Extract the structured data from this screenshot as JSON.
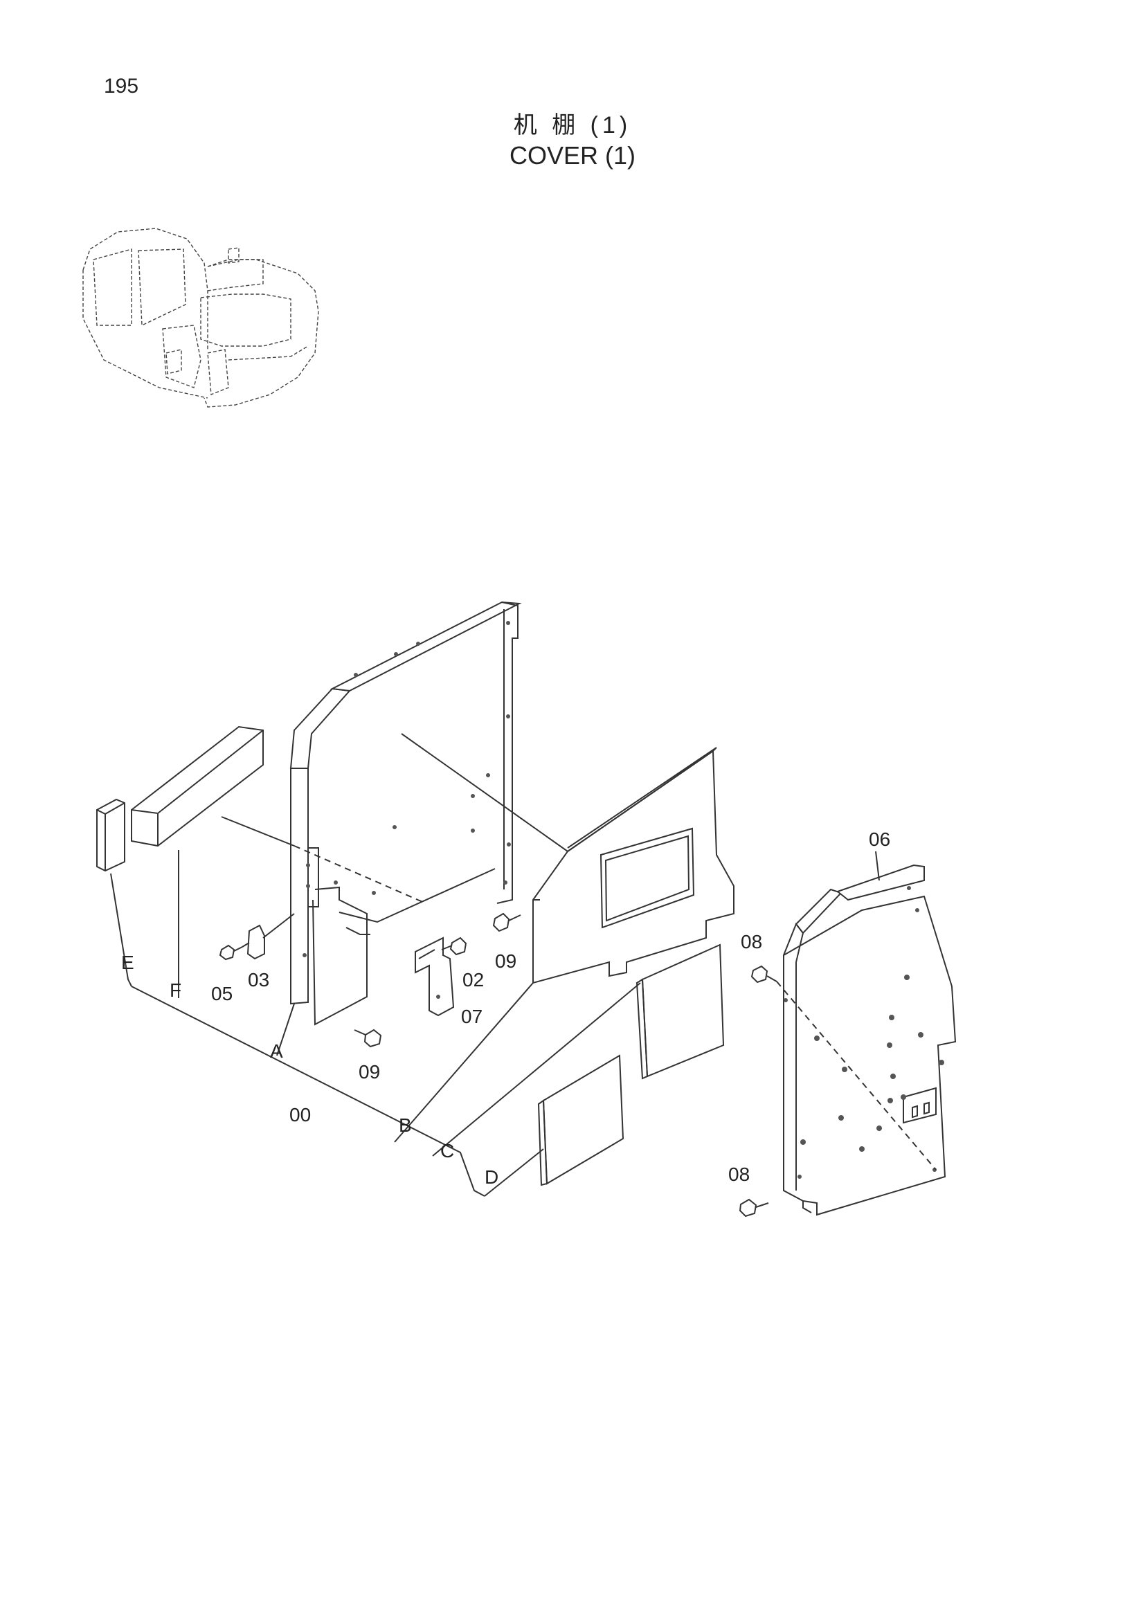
{
  "page": {
    "number": "195"
  },
  "title": {
    "chinese": "机 棚 (1)",
    "english": "COVER (1)"
  },
  "callouts": {
    "p00": "00",
    "p02": "02",
    "p03": "03",
    "p05": "05",
    "p06": "06",
    "p07": "07",
    "p08a": "08",
    "p08b": "08",
    "p09a": "09",
    "p09b": "09",
    "A": "A",
    "B": "B",
    "C": "C",
    "D": "D",
    "E": "E",
    "F": "F"
  }
}
